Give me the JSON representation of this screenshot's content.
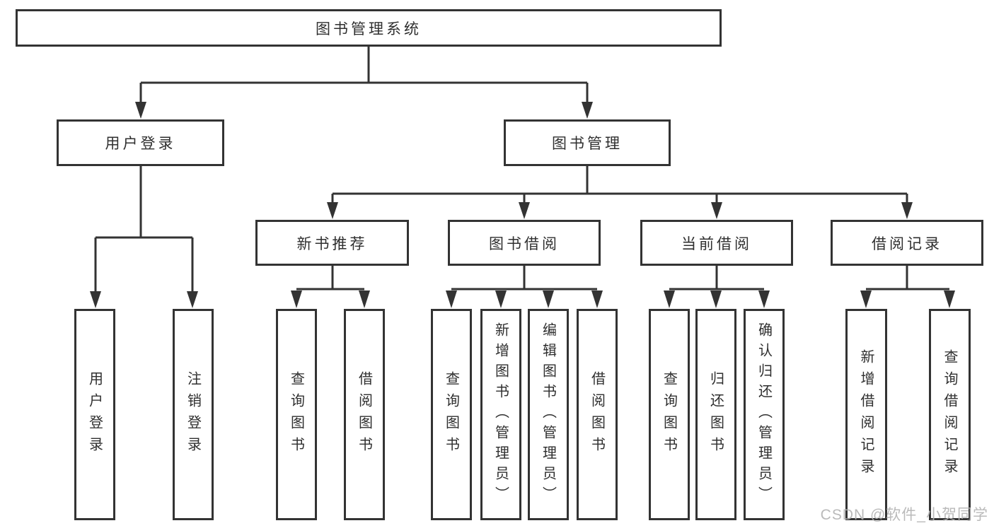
{
  "colors": {
    "line": "#333333",
    "box_border": "#333333",
    "text": "#2f2f2f",
    "background": "#ffffff",
    "watermark": "#b3b3b3"
  },
  "watermark": {
    "text": "CSDN @软件_小贺同学"
  },
  "tree": {
    "root": {
      "label": "图书管理系统",
      "children": [
        {
          "label": "用户登录",
          "children": [
            {
              "label": "用户登录"
            },
            {
              "label": "注销登录"
            }
          ]
        },
        {
          "label": "图书管理",
          "children": [
            {
              "label": "新书推荐",
              "children": [
                {
                  "label": "查询图书"
                },
                {
                  "label": "借阅图书"
                }
              ]
            },
            {
              "label": "图书借阅",
              "children": [
                {
                  "label": "查询图书"
                },
                {
                  "label": "新增图书（管理员）"
                },
                {
                  "label": "编辑图书（管理员）"
                },
                {
                  "label": "借阅图书"
                }
              ]
            },
            {
              "label": "当前借阅",
              "children": [
                {
                  "label": "查询图书"
                },
                {
                  "label": "归还图书"
                },
                {
                  "label": "确认归还（管理员）"
                }
              ]
            },
            {
              "label": "借阅记录",
              "children": [
                {
                  "label": "新增借阅记录"
                },
                {
                  "label": "查询借阅记录"
                }
              ]
            }
          ]
        }
      ]
    }
  }
}
